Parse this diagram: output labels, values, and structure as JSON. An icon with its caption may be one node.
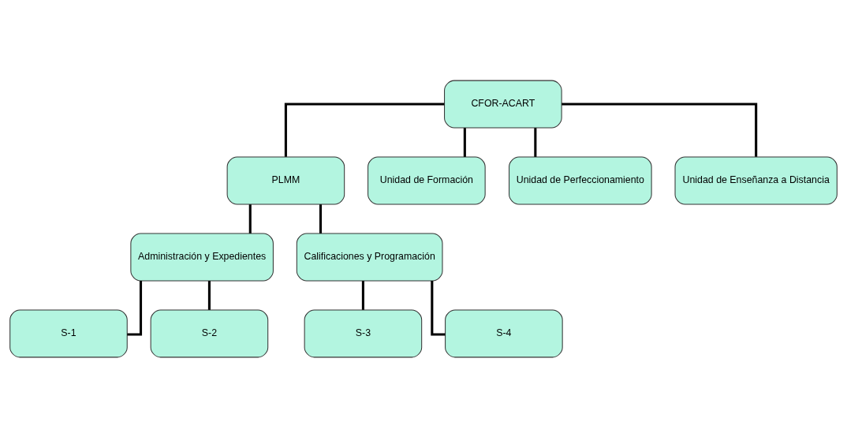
{
  "diagram": {
    "nodes": [
      {
        "text": [
          "CFOR-ACART"
        ]
      },
      {
        "text": [
          "PLMM"
        ]
      },
      {
        "text": [
          "Administración y Expedientes"
        ]
      },
      {
        "text": [
          "Calificaciones y Programación"
        ]
      },
      {
        "text": [
          "S-1"
        ]
      },
      {
        "text": [
          "S-2"
        ]
      },
      {
        "text": [
          "S-3"
        ]
      },
      {
        "text": [
          "S-4"
        ]
      },
      {
        "text": [
          "Unidad de Formación"
        ]
      },
      {
        "text": [
          "Unidad de Perfeccionamiento"
        ]
      },
      {
        "text": [
          "Unidad de Enseñanza a Distancia"
        ]
      }
    ],
    "edges": [
      {
        "from": 0,
        "to": 1,
        "arrow": "none"
      },
      {
        "from": 1,
        "to": 2,
        "arrow": "none"
      },
      {
        "from": 1,
        "to": 3,
        "arrow": "none"
      },
      {
        "from": 2,
        "to": 4,
        "arrow": "none"
      },
      {
        "from": 2,
        "to": 5,
        "arrow": "none"
      },
      {
        "from": 3,
        "to": 6,
        "arrow": "none"
      },
      {
        "from": 3,
        "to": 7,
        "arrow": "none"
      },
      {
        "from": 0,
        "to": 8,
        "arrow": "none"
      },
      {
        "from": 0,
        "to": 9,
        "arrow": "none"
      },
      {
        "from": 0,
        "to": 10,
        "arrow": "none"
      }
    ]
  }
}
